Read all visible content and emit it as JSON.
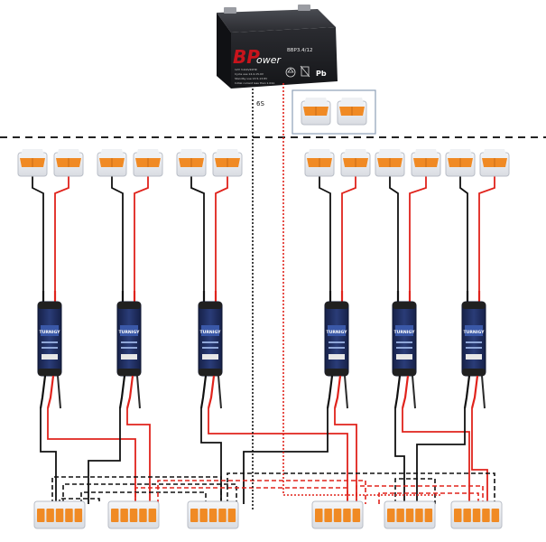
{
  "battery": {
    "brand": "BPower",
    "brand_prefix": "BP",
    "brand_rest": "ower",
    "model": "BBP3.4/12",
    "pb_mark": "Pb",
    "label_lines": [
      "12V 3.4Ah/20HR",
      "Cycle use 14.4-15.0V",
      "Standby use 13.5-13.8V",
      "Initial current less than 1.02A"
    ]
  },
  "wire_label": "6S",
  "esc": {
    "brand": "TURNIGY",
    "count": 6
  },
  "colors": {
    "positive": "#e0231c",
    "negative": "#111111",
    "connector_orange": "#f08a24",
    "connector_body": "#e8eaee",
    "esc_blue": "#1d2c5c",
    "battery_black": "#1e1f22",
    "battery_red": "#c8141c",
    "divider": "#222222"
  },
  "icons": {
    "top_connector": "wago-2-lever-connector-icon",
    "bottom_connector": "wago-5-lever-connector-icon",
    "battery": "lead-acid-battery-icon",
    "esc": "speed-controller-icon"
  }
}
